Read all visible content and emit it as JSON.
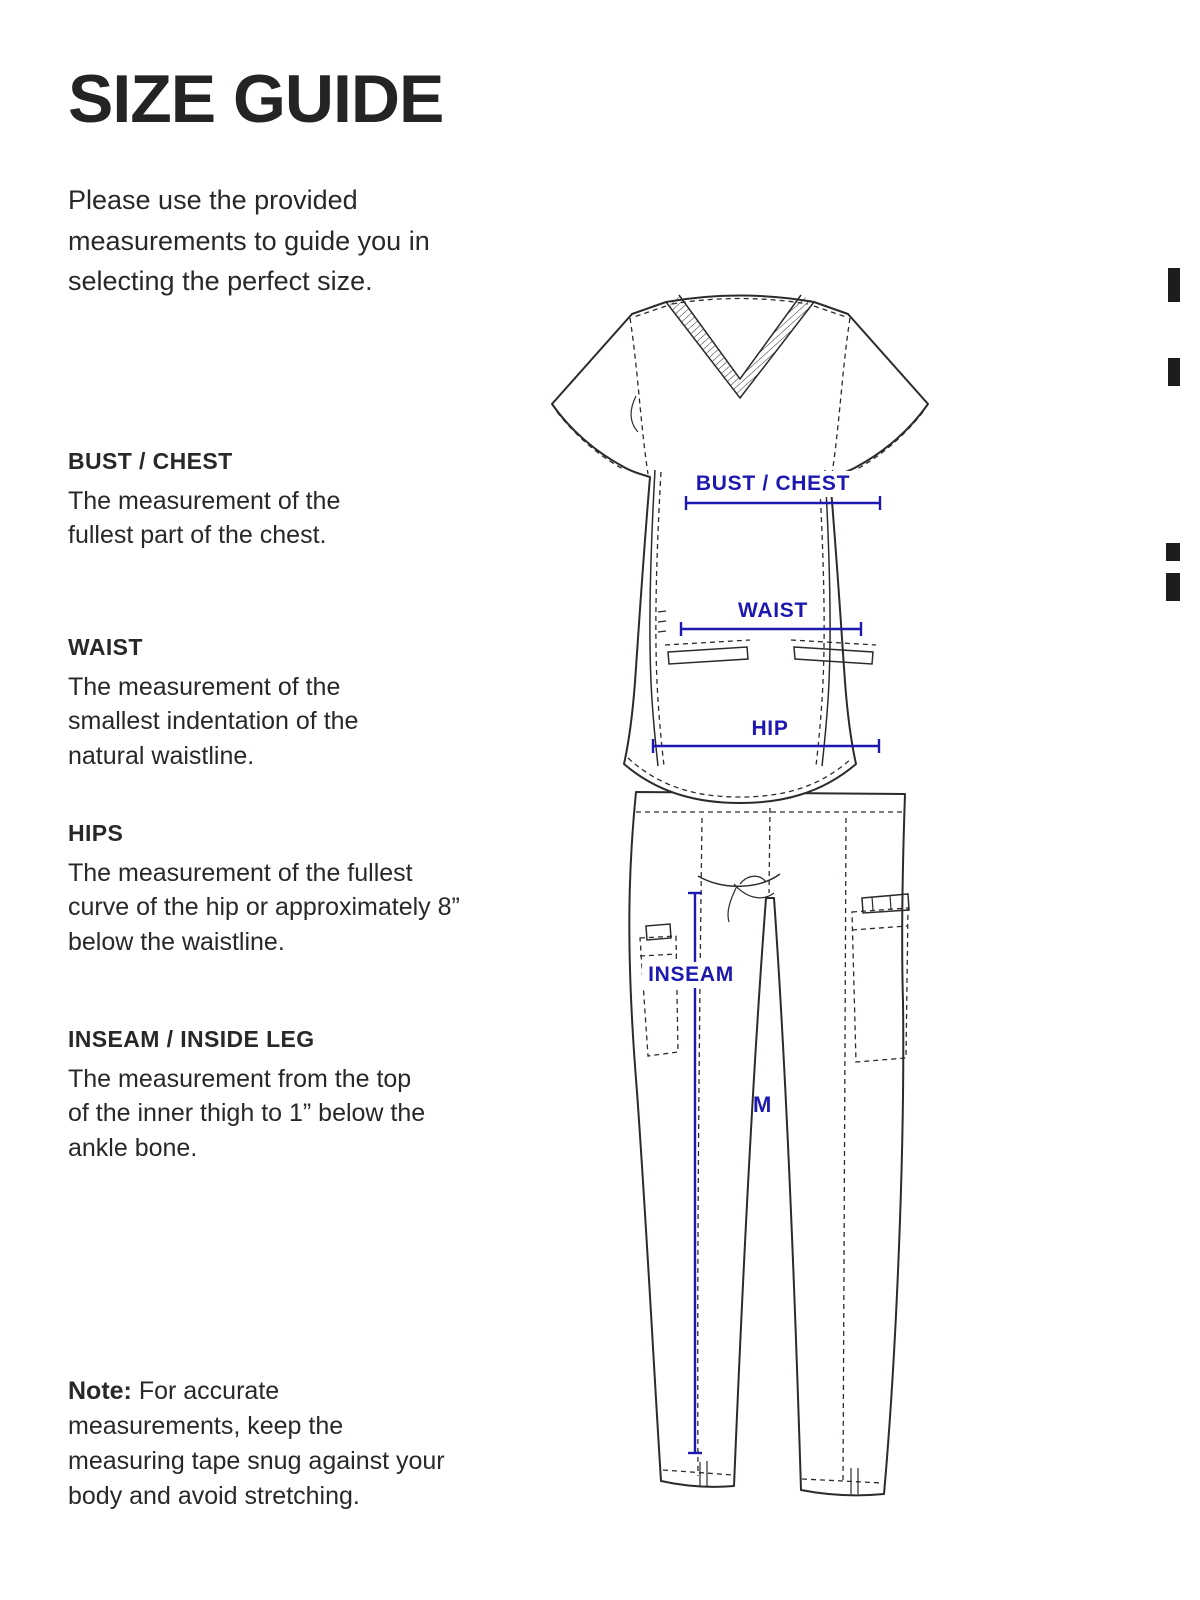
{
  "page": {
    "title": "SIZE GUIDE",
    "intro": "Please use the provided measurements to guide you in selecting the perfect size."
  },
  "sections": [
    {
      "heading": "BUST / CHEST",
      "body": "The measurement of the fullest part of the chest."
    },
    {
      "heading": "WAIST",
      "body": "The measurement of the smallest indentation of the natural waistline."
    },
    {
      "heading": "HIPS",
      "body": "The measurement of the fullest curve of the hip or approximately 8” below the waistline."
    },
    {
      "heading": "INSEAM / INSIDE LEG",
      "body": "The measurement from the top of the inner thigh to 1” below the ankle bone."
    }
  ],
  "note": {
    "label": "Note:",
    "text": " For accurate measurements, keep the measuring tape snug against your body and avoid stretching."
  },
  "diagram": {
    "accent_color": "#1d19b0",
    "line_color": "#2e2a2b",
    "labels": {
      "bust": "BUST / CHEST",
      "waist": "WAIST",
      "hip": "HIP",
      "inseam": "INSEAM",
      "size": "M"
    }
  }
}
